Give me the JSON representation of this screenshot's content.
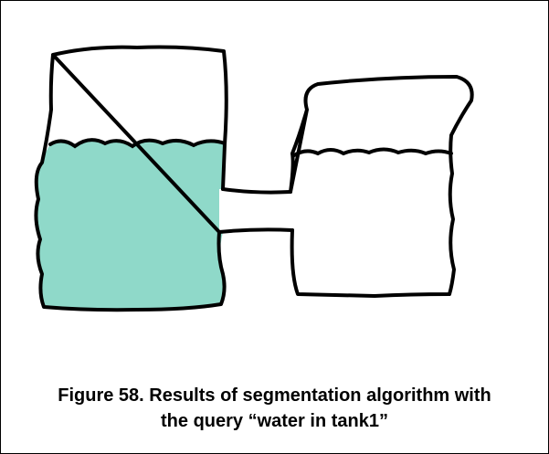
{
  "figure": {
    "caption_line1": "Figure 58. Results of segmentation algorithm with",
    "caption_line2": "the query “water in tank1”"
  },
  "colors": {
    "segment_fill": "#8fd9c9",
    "outline": "#000000",
    "background": "#ffffff"
  },
  "diagram": {
    "shapes": [
      "tank1-outline",
      "tank2-outline",
      "connecting-pipe",
      "water-in-tank1-segment",
      "water-line-tank2"
    ]
  }
}
